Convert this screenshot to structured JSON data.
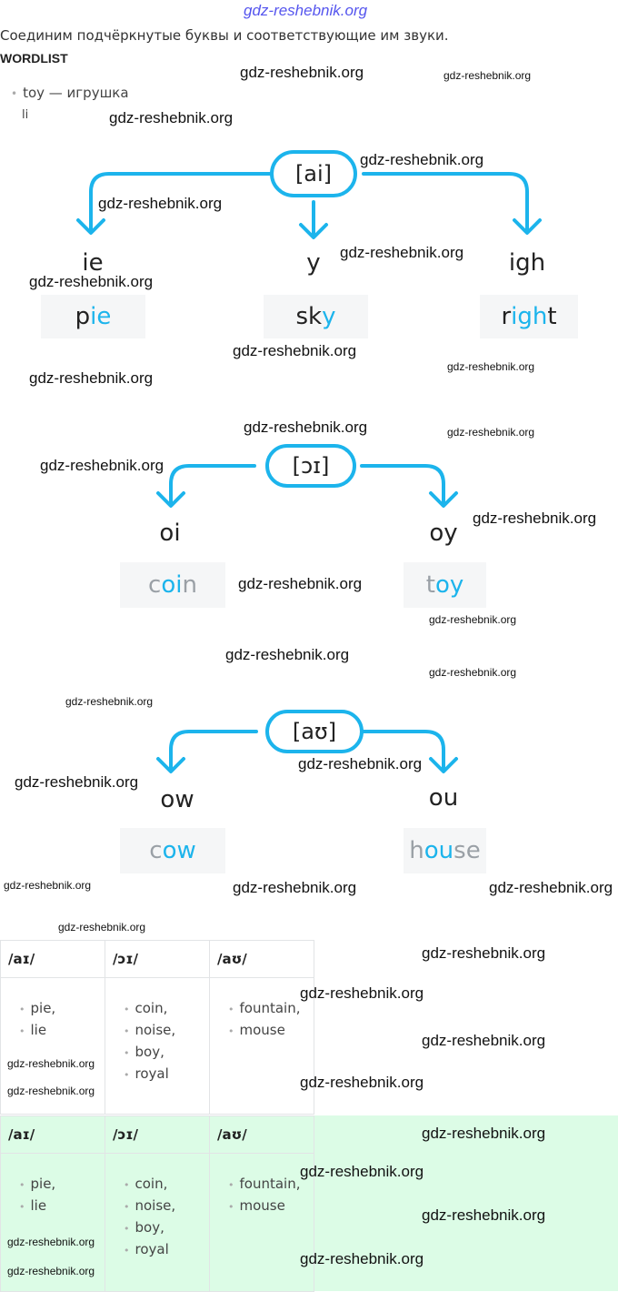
{
  "site": "gdz-reshebnik.org",
  "intro": "Соединим подчёркнутые буквы и соответствующие им звуки.",
  "wordlist": {
    "title": "WORDLIST",
    "items": [
      "toy — игрушка",
      "li"
    ]
  },
  "watermark": "gdz-reshebnik.org",
  "diagrams": [
    {
      "sound": "[ai]",
      "branches": [
        {
          "spelling": "ie",
          "word": [
            "p",
            "ie",
            ""
          ]
        },
        {
          "spelling": "y",
          "word": [
            "sk",
            "y",
            ""
          ]
        },
        {
          "spelling": "igh",
          "word": [
            "r",
            "igh",
            "t"
          ]
        }
      ]
    },
    {
      "sound": "[ɔɪ]",
      "branches": [
        {
          "spelling": "oi",
          "word": [
            "c",
            "oi",
            "n"
          ]
        },
        {
          "spelling": "oy",
          "word": [
            "t",
            "oy",
            ""
          ]
        }
      ]
    },
    {
      "sound": "[aʊ]",
      "branches": [
        {
          "spelling": "ow",
          "word": [
            "c",
            "ow",
            ""
          ]
        },
        {
          "spelling": "ou",
          "word": [
            "h",
            "ou",
            "se"
          ]
        }
      ]
    }
  ],
  "table": {
    "headers": [
      "/aɪ/",
      "/ɔɪ/",
      "/aʊ/"
    ],
    "cols": [
      [
        "pie,",
        "lie"
      ],
      [
        "coin,",
        "noise,",
        "boy,",
        "royal"
      ],
      [
        "fountain,",
        "mouse"
      ]
    ]
  }
}
